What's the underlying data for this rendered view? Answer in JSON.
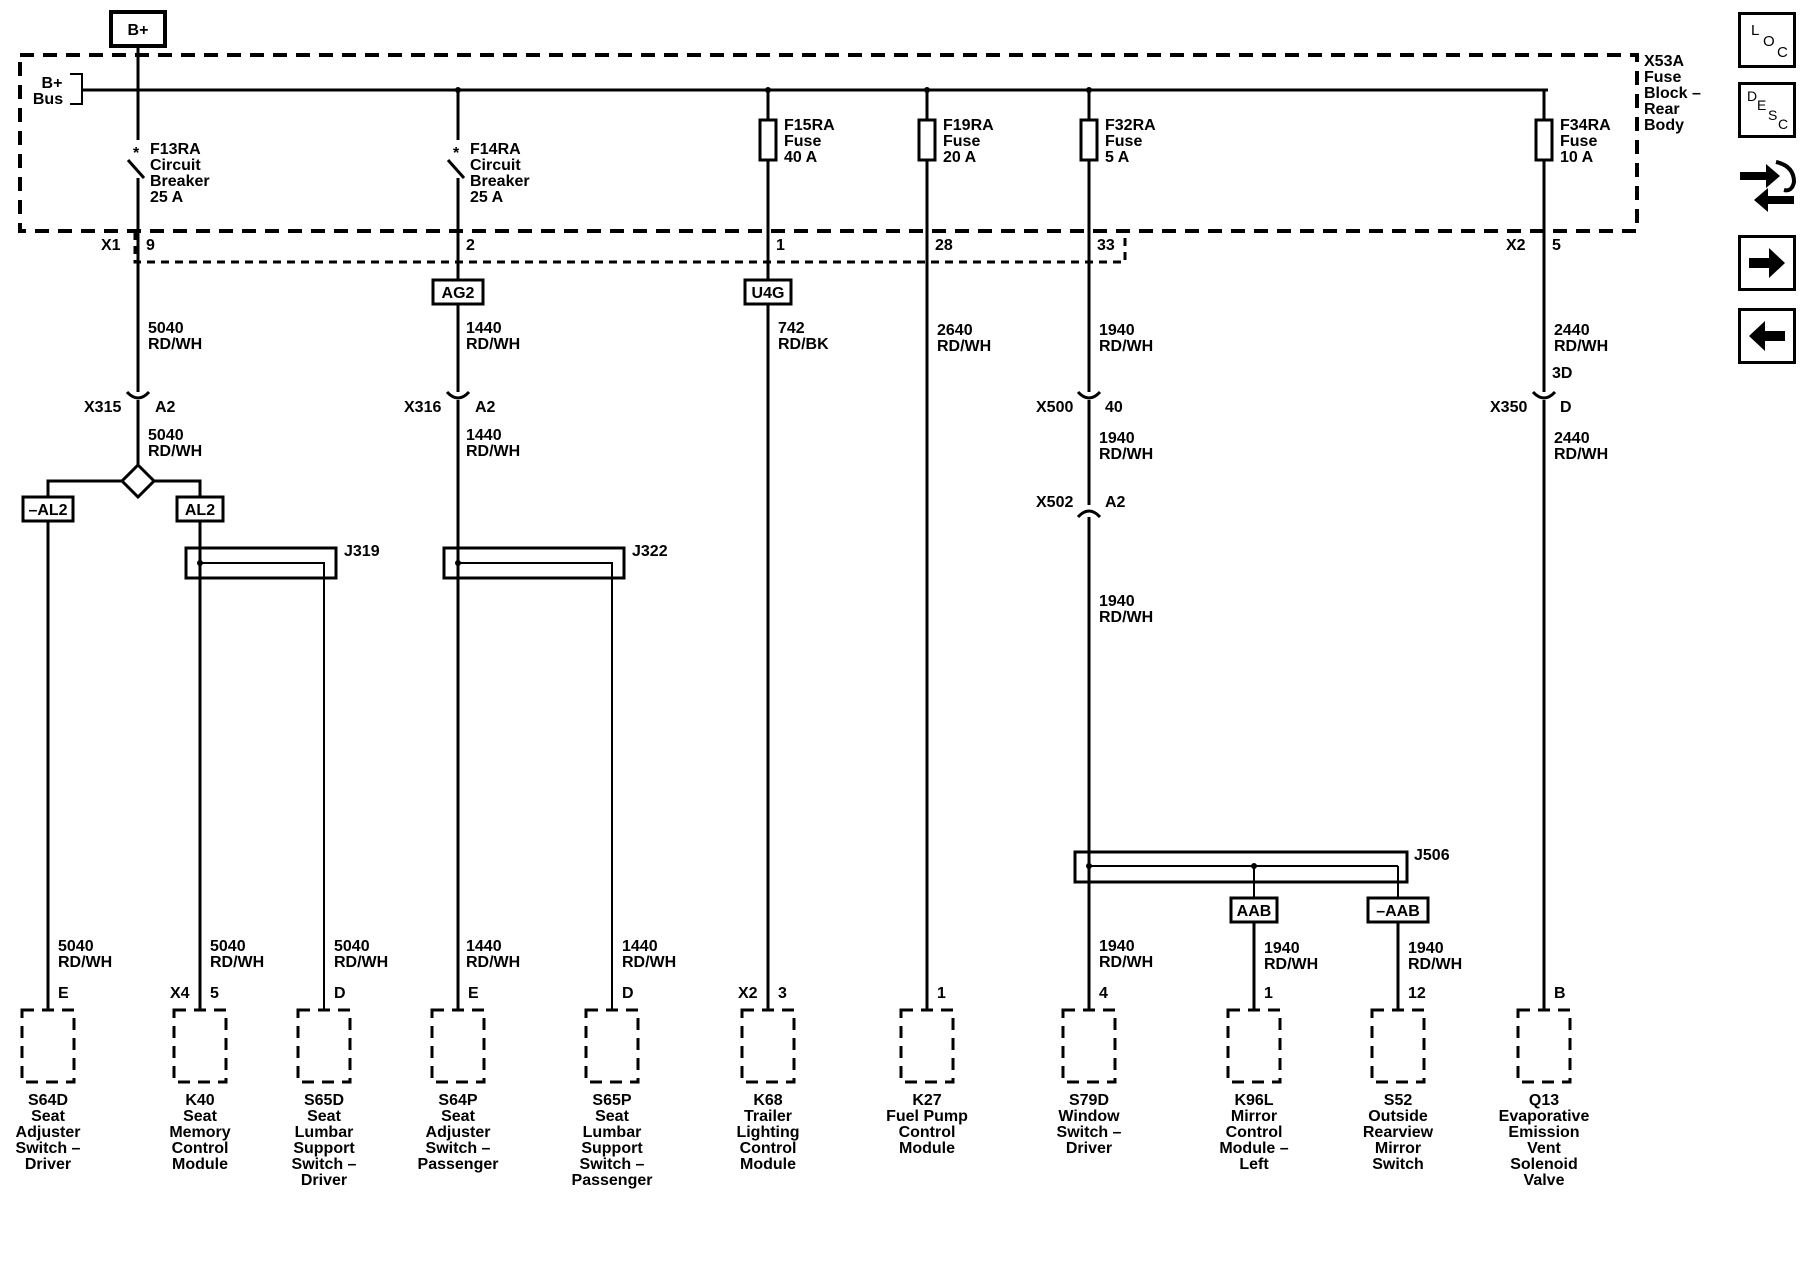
{
  "power_source": "B+",
  "bus_label": [
    "B+",
    "Bus"
  ],
  "fuse_block": [
    "X53A",
    "Fuse",
    "Block –",
    "Rear",
    "Body"
  ],
  "harness": {
    "left": "X1",
    "right": "X2"
  },
  "nav": {
    "loc_icon": "loc-icon",
    "desc_icon": "desc-icon",
    "connector_icon": "wrench-arrows-icon",
    "next_icon": "arrow-right-icon",
    "prev_icon": "arrow-left-icon"
  },
  "breakers": [
    {
      "lines": [
        "F13RA",
        "Circuit",
        "Breaker",
        "25 A"
      ]
    },
    {
      "lines": [
        "F14RA",
        "Circuit",
        "Breaker",
        "25 A"
      ]
    }
  ],
  "fuses": [
    {
      "lines": [
        "F15RA",
        "Fuse",
        "40 A"
      ]
    },
    {
      "lines": [
        "F19RA",
        "Fuse",
        "20 A"
      ]
    },
    {
      "lines": [
        "F32RA",
        "Fuse",
        "5 A"
      ]
    },
    {
      "lines": [
        "F34RA",
        "Fuse",
        "10 A"
      ]
    }
  ],
  "pins": [
    "9",
    "2",
    "1",
    "28",
    "33",
    "5"
  ],
  "option_boxes": [
    "AG2",
    "U4G",
    "–AL2",
    "AL2",
    "AAB",
    "–AAB"
  ],
  "wires": [
    [
      "5040",
      "RD/WH"
    ],
    [
      "1440",
      "RD/WH"
    ],
    [
      "742",
      "RD/BK"
    ],
    [
      "2640",
      "RD/WH"
    ],
    [
      "1940",
      "RD/WH"
    ],
    [
      "2440",
      "RD/WH"
    ],
    [
      "5040",
      "RD/WH"
    ],
    [
      "1440",
      "RD/WH"
    ],
    [
      "1940",
      "RD/WH"
    ],
    [
      "2440",
      "RD/WH"
    ],
    [
      "1940",
      "RD/WH"
    ],
    [
      "5040",
      "RD/WH"
    ],
    [
      "5040",
      "RD/WH"
    ],
    [
      "5040",
      "RD/WH"
    ],
    [
      "1440",
      "RD/WH"
    ],
    [
      "1440",
      "RD/WH"
    ],
    [
      "1940",
      "RD/WH"
    ],
    [
      "1940",
      "RD/WH"
    ],
    [
      "1940",
      "RD/WH"
    ]
  ],
  "inline_connectors": [
    {
      "name": "X315",
      "pin": "A2"
    },
    {
      "name": "X316",
      "pin": "A2"
    },
    {
      "name": "X500",
      "pin": "40"
    },
    {
      "name": "X502",
      "pin": "A2"
    },
    {
      "name": "X350",
      "pin": "D",
      "upper_pin": "3D"
    }
  ],
  "splices": [
    "J319",
    "J322",
    "J506"
  ],
  "components": [
    {
      "pin": "E",
      "lines": [
        "S64D",
        "Seat",
        "Adjuster",
        "Switch –",
        "Driver"
      ]
    },
    {
      "pin": "5",
      "conn": "X4",
      "lines": [
        "K40",
        "Seat",
        "Memory",
        "Control",
        "Module"
      ]
    },
    {
      "pin": "D",
      "lines": [
        "S65D",
        "Seat",
        "Lumbar",
        "Support",
        "Switch –",
        "Driver"
      ]
    },
    {
      "pin": "E",
      "lines": [
        "S64P",
        "Seat",
        "Adjuster",
        "Switch –",
        "Passenger"
      ]
    },
    {
      "pin": "D",
      "lines": [
        "S65P",
        "Seat",
        "Lumbar",
        "Support",
        "Switch –",
        "Passenger"
      ]
    },
    {
      "pin": "3",
      "conn": "X2",
      "lines": [
        "K68",
        "Trailer",
        "Lighting",
        "Control",
        "Module"
      ]
    },
    {
      "pin": "1",
      "lines": [
        "K27",
        "Fuel Pump",
        "Control",
        "Module"
      ]
    },
    {
      "pin": "4",
      "lines": [
        "S79D",
        "Window",
        "Switch –",
        "Driver"
      ]
    },
    {
      "pin": "1",
      "lines": [
        "K96L",
        "Mirror",
        "Control",
        "Module –",
        "Left"
      ]
    },
    {
      "pin": "12",
      "lines": [
        "S52",
        "Outside",
        "Rearview",
        "Mirror",
        "Switch"
      ]
    },
    {
      "pin": "B",
      "lines": [
        "Q13",
        "Evaporative",
        "Emission",
        "Vent",
        "Solenoid",
        "Valve"
      ]
    }
  ]
}
